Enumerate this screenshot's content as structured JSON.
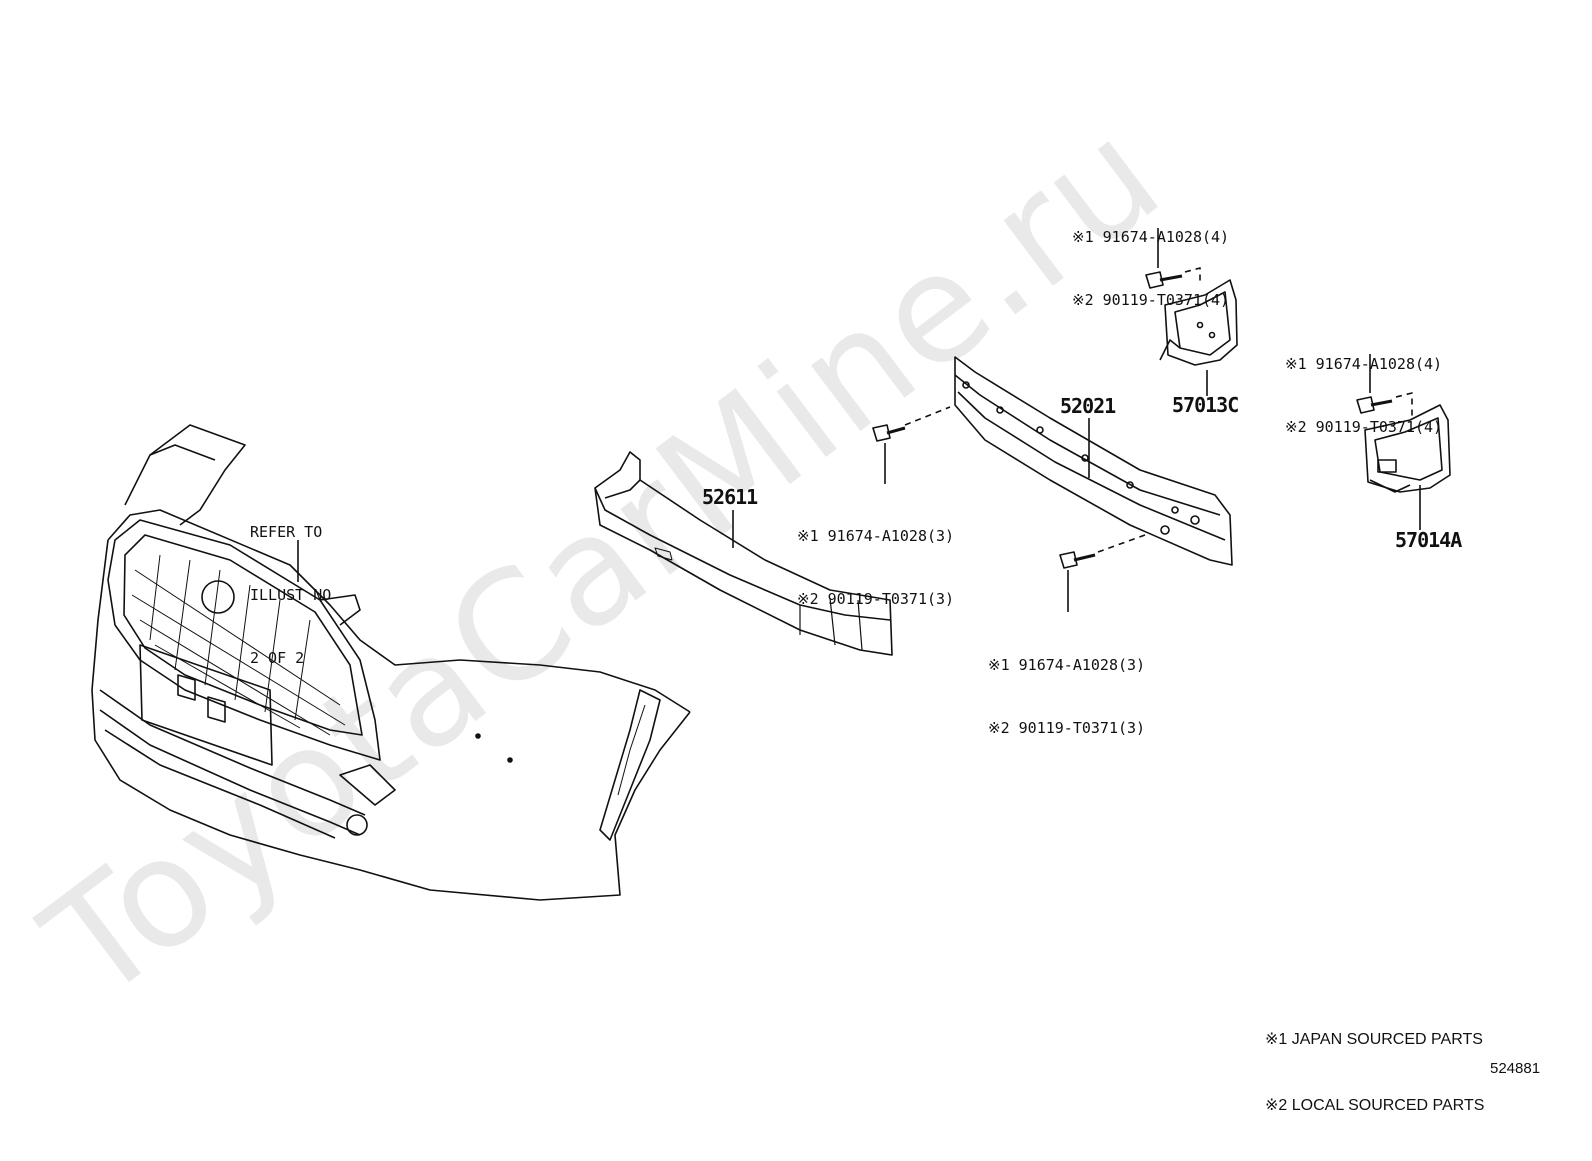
{
  "watermark": "ToyotaCarMine.ru",
  "grille_note": {
    "line1": "REFER TO",
    "line2": "ILLUST NO",
    "line3": "2 OF 2"
  },
  "parts": {
    "reinforcement_lower": "52611",
    "reinforcement_main": "52021",
    "bracket_right": "57013C",
    "bracket_left": "57014A"
  },
  "fasteners": {
    "top_bracket": {
      "line1": "※1 91674-A1028(4)",
      "line2": "※2 90119-T0371(4)"
    },
    "side_bracket": {
      "line1": "※1 91674-A1028(4)",
      "line2": "※2 90119-T0371(4)"
    },
    "mid_upper": {
      "line1": "※1 91674-A1028(3)",
      "line2": "※2 90119-T0371(3)"
    },
    "mid_lower": {
      "line1": "※1 91674-A1028(3)",
      "line2": "※2 90119-T0371(3)"
    }
  },
  "legend": {
    "note1": "※1 JAPAN SOURCED PARTS",
    "note2": "※2 LOCAL SOURCED PARTS"
  },
  "diagram_id": "524881"
}
